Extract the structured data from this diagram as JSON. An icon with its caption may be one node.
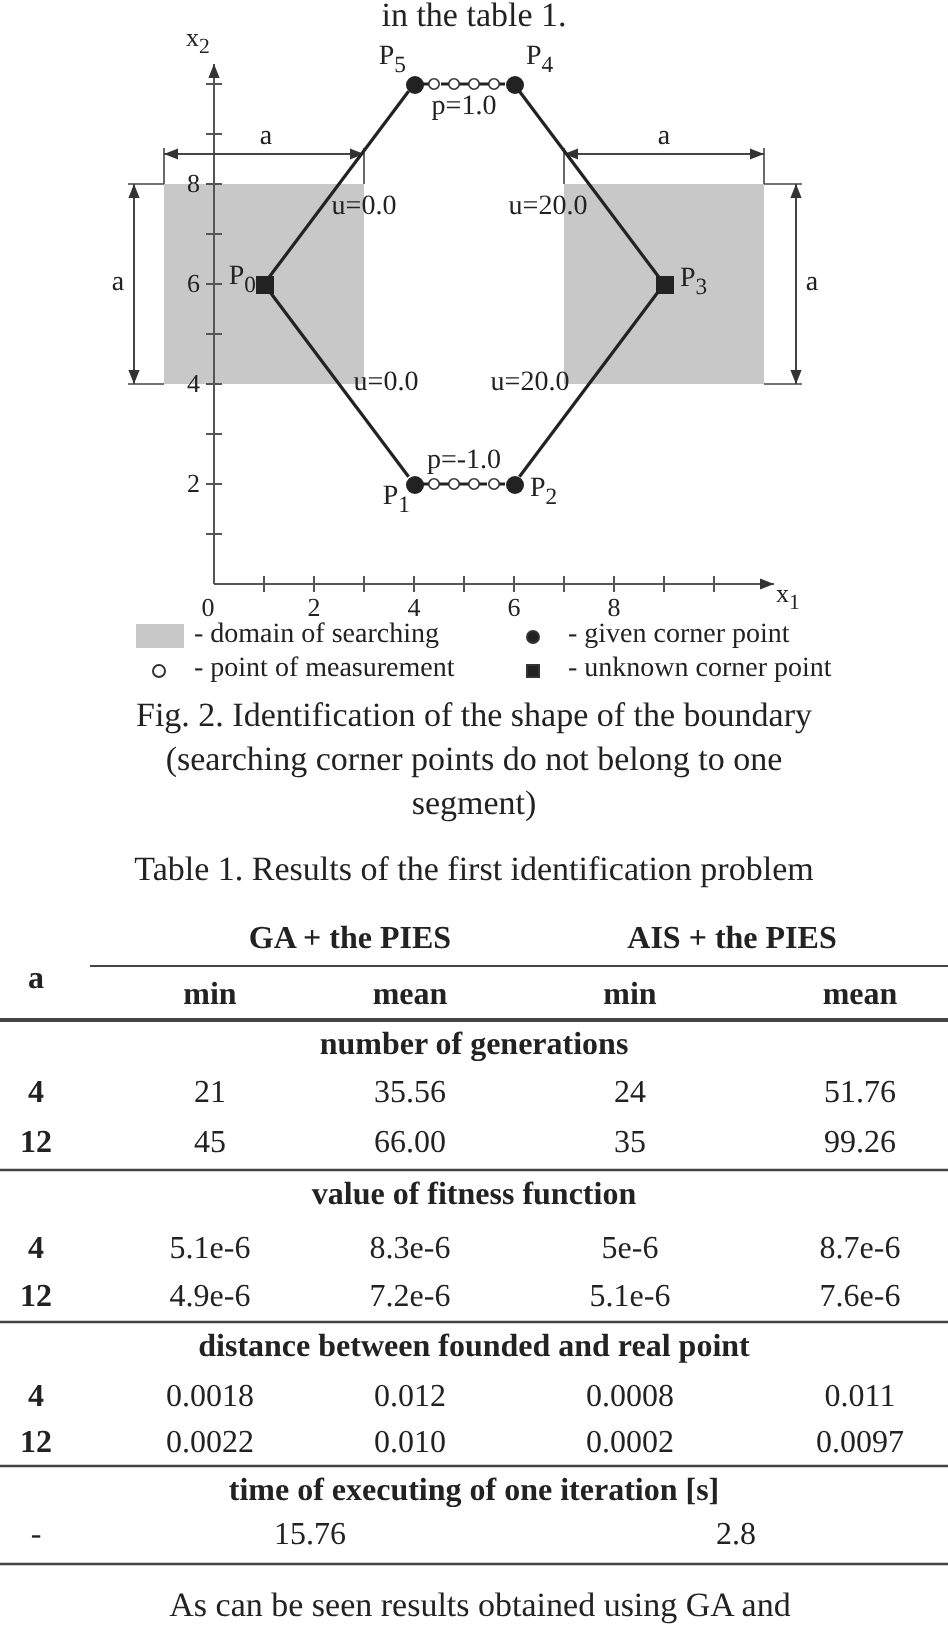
{
  "diagram": {
    "caption": "Fig. 2. Identification of the shape of the boundary (searching corner points do not belong to one segment)",
    "nodes": [
      {
        "text": [],
        "shape": "box",
        "beside": [
          "P$_{0}$"
        ]
      },
      {
        "text": [],
        "shape": "circle",
        "beside": [
          "P$_{1}$"
        ]
      },
      {
        "text": [],
        "shape": "circle",
        "beside": [
          "P$_{2}$"
        ]
      },
      {
        "text": [],
        "shape": "box",
        "beside": [
          "P$_{3}$"
        ]
      },
      {
        "text": [],
        "shape": "circle",
        "beside": [
          "P$_{4}$"
        ]
      },
      {
        "text": [],
        "shape": "circle",
        "beside": [
          "P$_{5}$"
        ]
      }
    ],
    "edges": [
      {
        "from": 0,
        "to": 5,
        "arrow": "none"
      },
      {
        "from": 5,
        "to": 4,
        "arrow": "none",
        "style": "dashed",
        "label": "p=1.0"
      },
      {
        "from": 4,
        "to": 3,
        "arrow": "none"
      },
      {
        "from": 3,
        "to": 2,
        "arrow": "none"
      },
      {
        "from": 2,
        "to": 1,
        "arrow": "none",
        "style": "dashed",
        "label": "p=-1.0"
      },
      {
        "from": 1,
        "to": 0,
        "arrow": "none"
      }
    ],
    "labels": [
      "in the table 1.",
      "x$_{2}$",
      "x$_{1}$",
      "0",
      "2",
      "4",
      "6",
      "8",
      "2",
      "4",
      "6",
      "8",
      "a",
      "a",
      "a",
      "a",
      "u=0.0",
      "u=20.0",
      "u=0.0",
      "u=20.0",
      "Table 1. Results of the first identification problem",
      "a",
      "GA + the PIES",
      "AIS + the PIES",
      "min",
      "mean",
      "min",
      "mean",
      "number of generations",
      "4",
      "21",
      "35.56",
      "24",
      "51.76",
      "12",
      "45",
      "66.00",
      "35",
      "99.26",
      "value of fitness function",
      "4",
      "5.1e-6",
      "8.3e-6",
      "5e-6",
      "8.7e-6",
      "12",
      "4.9e-6",
      "7.2e-6",
      "5.1e-6",
      "7.6e-6",
      "distance between founded and real point",
      "4",
      "0.0018",
      "0.012",
      "0.0008",
      "0.011",
      "12",
      "0.0022",
      "0.010",
      "0.0002",
      "0.0097",
      "time of executing of one iteration [s]",
      "-",
      "15.76",
      "2.8",
      "As can be seen results obtained using GA and"
    ],
    "legend": [
      {
        "text": "- domain of searching",
        "color": "#c8c8c8"
      },
      {
        "text": "- given corner point"
      },
      {
        "text": "- point of measurement"
      },
      {
        "text": "- unknown corner point"
      }
    ]
  }
}
